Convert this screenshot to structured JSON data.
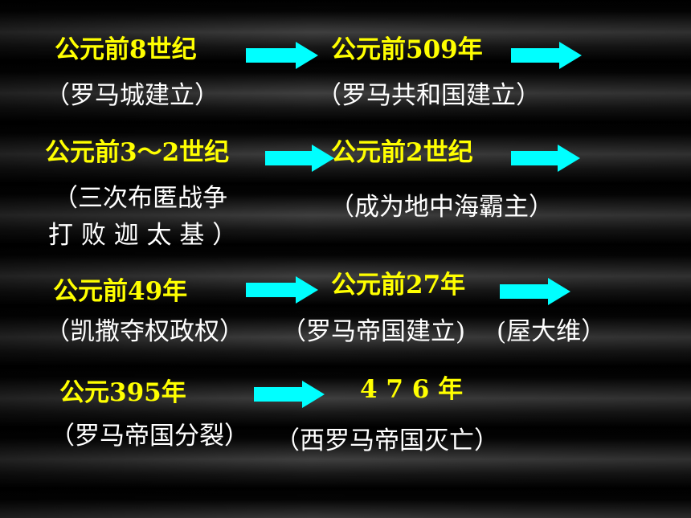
{
  "colors": {
    "date": "#FFFF00",
    "text": "#FFFFFF",
    "arrow": "#00FFFF"
  },
  "rows": [
    {
      "date1": "公元前8世纪",
      "event1": "（罗马城建立）",
      "date2": "公元前509年",
      "event2": "（罗马共和国建立）"
    },
    {
      "date1": "公元前3～2世纪",
      "event1_line1": "（三次布匿战争",
      "event1_line2": "打 败 迦 太 基 ）",
      "date2": "公元前2世纪",
      "event2": "（成为地中海霸主）"
    },
    {
      "date1": "公元前49年",
      "event1": "（凯撒夺权政权）",
      "date2": "公元前27年",
      "event2": "（罗马帝国建立)",
      "event3": "(屋大维）"
    },
    {
      "date1": "公元395年",
      "event1": "（罗马帝国分裂）",
      "date2": "4 7 6 年",
      "event2": "（西罗马帝国灭亡）"
    }
  ],
  "icons": [
    "arrow-right-icon"
  ]
}
